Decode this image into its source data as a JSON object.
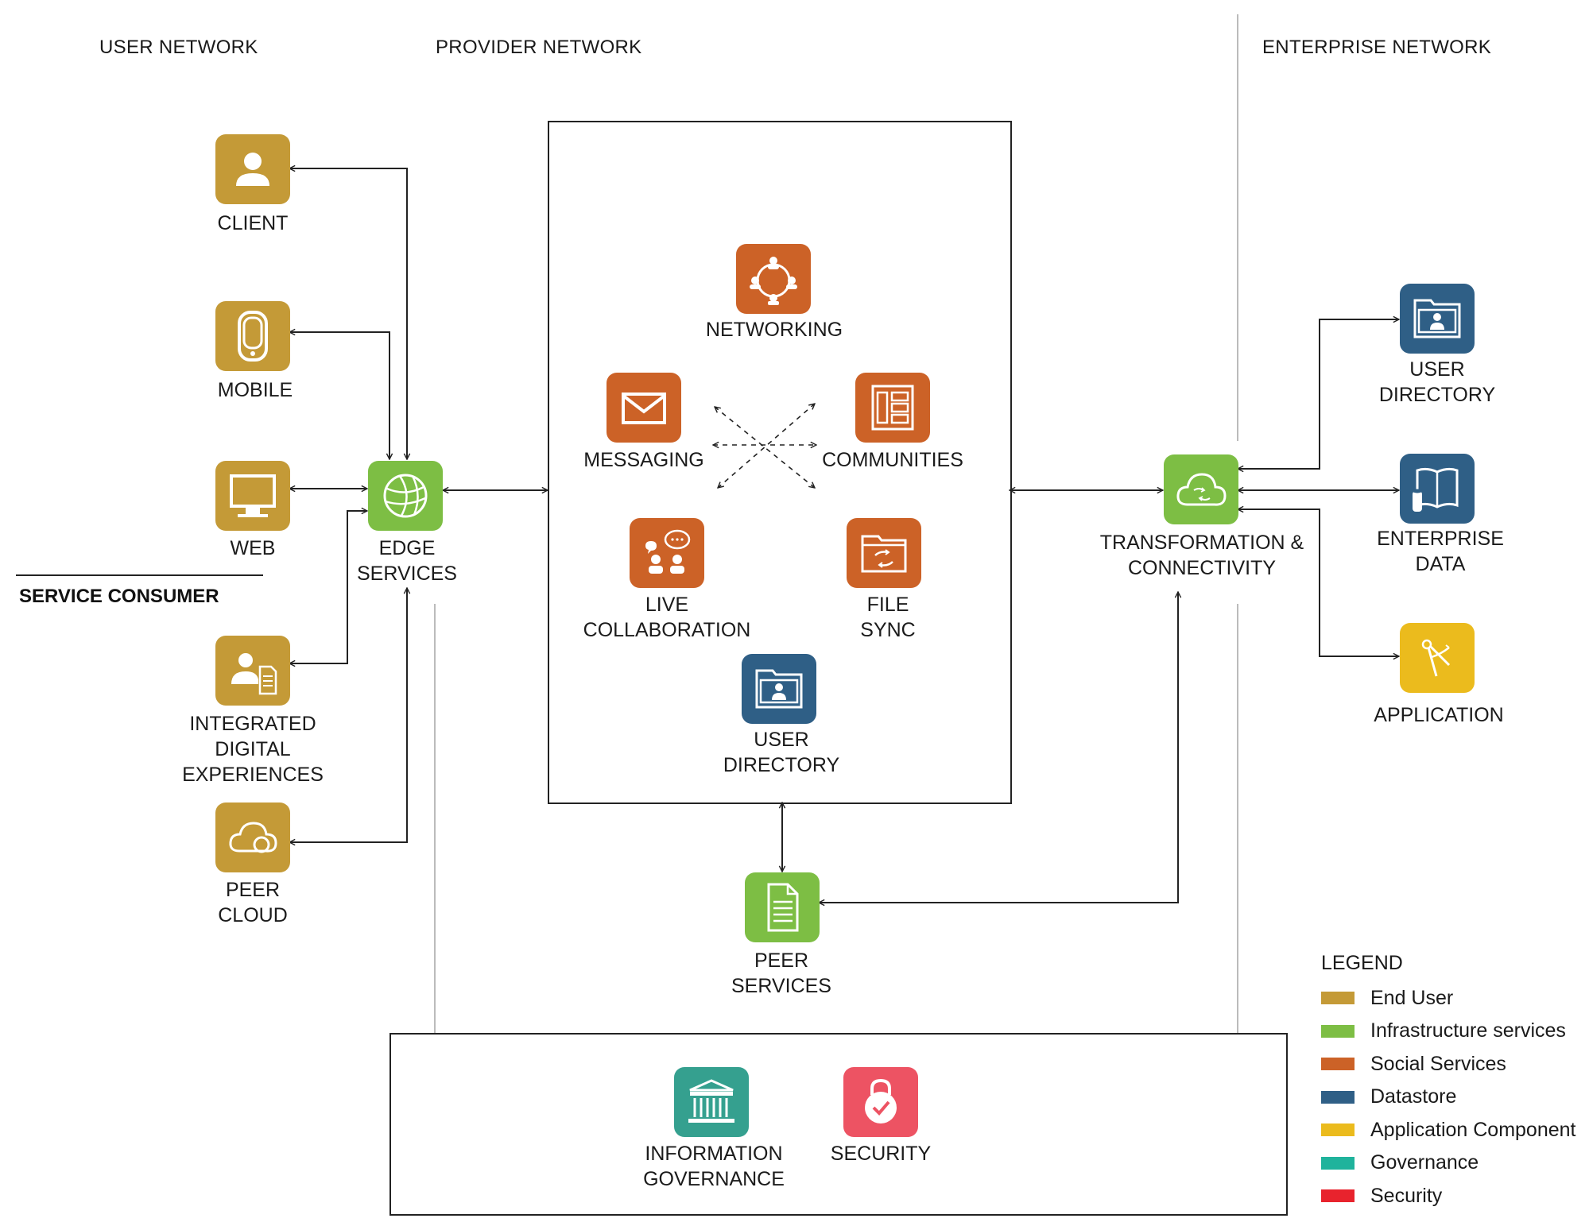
{
  "sections": {
    "user_network": "USER NETWORK",
    "provider_network": "PROVIDER NETWORK",
    "enterprise_network": "ENTERPRISE NETWORK",
    "service_consumer": "SERVICE CONSUMER"
  },
  "nodes": {
    "client": {
      "label": "CLIENT",
      "icon": "user-icon",
      "color": "#c49a37"
    },
    "mobile": {
      "label": "MOBILE",
      "icon": "mobile-phone-icon",
      "color": "#c49a37"
    },
    "web": {
      "label": "WEB",
      "icon": "monitor-icon",
      "color": "#c49a37"
    },
    "integrated": {
      "label": "INTEGRATED\nDIGITAL\nEXPERIENCES",
      "icon": "user-document-icon",
      "color": "#c49a37"
    },
    "peer_cloud": {
      "label": "PEER\nCLOUD",
      "icon": "cloud-icon",
      "color": "#c49a37"
    },
    "edge_services": {
      "label": "EDGE\nSERVICES",
      "icon": "globe-icon",
      "color": "#7dbe44"
    },
    "networking": {
      "label": "NETWORKING",
      "icon": "people-network-icon",
      "color": "#cc6227"
    },
    "messaging": {
      "label": "MESSAGING",
      "icon": "envelope-icon",
      "color": "#cc6227"
    },
    "communities": {
      "label": "COMMUNITIES",
      "icon": "layout-panels-icon",
      "color": "#cc6227"
    },
    "live_collaboration": {
      "label": "LIVE\nCOLLABORATION",
      "icon": "chat-people-icon",
      "color": "#cc6227"
    },
    "file_sync": {
      "label": "FILE\nSYNC",
      "icon": "folder-sync-icon",
      "color": "#cc6227"
    },
    "user_directory_provider": {
      "label": "USER\nDIRECTORY",
      "icon": "folder-user-icon",
      "color": "#2f5f86"
    },
    "peer_services": {
      "label": "PEER\nSERVICES",
      "icon": "document-icon",
      "color": "#7dbe44"
    },
    "transformation": {
      "label": "TRANSFORMATION &\nCONNECTIVITY",
      "icon": "cloud-sync-icon",
      "color": "#7dbe44"
    },
    "user_directory_enterprise": {
      "label": "USER\nDIRECTORY",
      "icon": "folder-user-icon",
      "color": "#2f5f86"
    },
    "enterprise_data": {
      "label": "ENTERPRISE\nDATA",
      "icon": "book-database-icon",
      "color": "#2f5f86"
    },
    "application": {
      "label": "APPLICATION",
      "icon": "compass-drafting-icon",
      "color": "#ebbb1d"
    },
    "information_governance": {
      "label": "INFORMATION\nGOVERNANCE",
      "icon": "bank-building-icon",
      "color": "#35a08f"
    },
    "security": {
      "label": "SECURITY",
      "icon": "padlock-check-icon",
      "color": "#ed5363"
    }
  },
  "legend": {
    "title": "LEGEND",
    "items": [
      {
        "label": "End User",
        "color": "#c49a37"
      },
      {
        "label": "Infrastructure services",
        "color": "#7dbe44"
      },
      {
        "label": "Social Services",
        "color": "#cc6227"
      },
      {
        "label": "Datastore",
        "color": "#2f5f86"
      },
      {
        "label": "Application Component",
        "color": "#ebbb1d"
      },
      {
        "label": "Governance",
        "color": "#1fb39c"
      },
      {
        "label": "Security",
        "color": "#e8232d"
      }
    ]
  }
}
